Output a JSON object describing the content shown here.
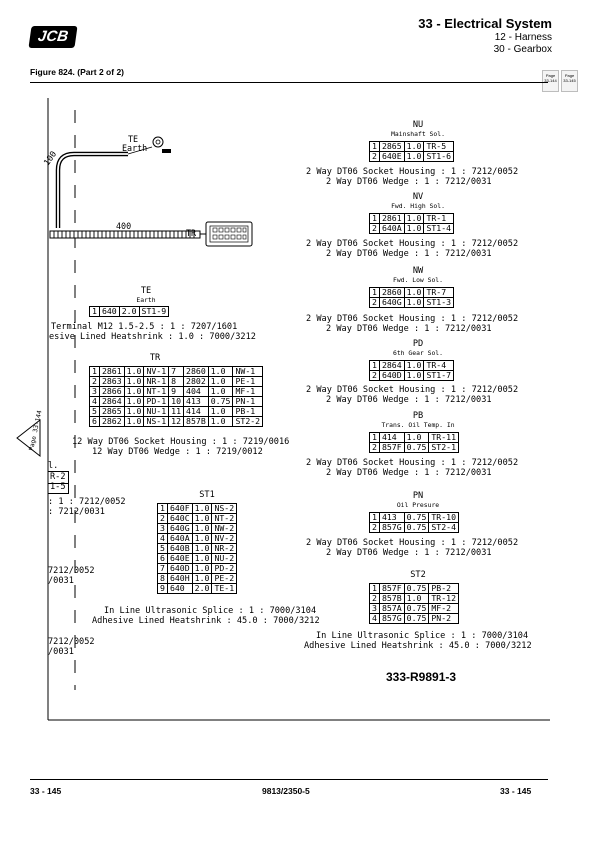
{
  "header": {
    "logo_text": "JCB",
    "title": "33 - Electrical System",
    "subtitle1": "12 - Harness",
    "subtitle2": "30 - Gearbox",
    "page_tabs": [
      {
        "label": "Page",
        "value": "33-144"
      },
      {
        "label": "Page",
        "value": "33-145"
      }
    ]
  },
  "figure_caption": "Figure 824. (Part 2 of 2)",
  "part_number": "333-R9891-3",
  "side_tab": "Page 33-144",
  "harness": {
    "bend_label": "100",
    "te_connector": "TE",
    "te_desc": "Earth",
    "run_length": "400",
    "tr_connector": "TR"
  },
  "left_partial": {
    "terminal_line": "Terminal M12 1.5-2.5 : 1 : 7207/1601",
    "heatshrink_line": "esive Lined Heatshrink : 1.0 : 7000/3212",
    "frag_r2": "R-2",
    "frag_15": "1-5",
    "frag_l": "l.",
    "frag_a1": ": 1 : 7212/0052",
    "frag_a2": ": 7212/0031",
    "frag_b1": "7212/0052",
    "frag_b2": "/0031",
    "frag_c1": "7212/0052",
    "frag_c2": "/0031"
  },
  "connectors": {
    "te": {
      "name": "TE",
      "desc": "Earth",
      "rows": [
        [
          "1",
          "640",
          "2.0",
          "ST1-9"
        ]
      ]
    },
    "tr": {
      "name": "TR",
      "rows": [
        [
          "1",
          "2861",
          "1.0",
          "NV-1",
          "7",
          "2860",
          "1.0",
          "NW-1"
        ],
        [
          "2",
          "2863",
          "1.0",
          "NR-1",
          "8",
          "2802",
          "1.0",
          "PE-1"
        ],
        [
          "3",
          "2866",
          "1.0",
          "NT-1",
          "9",
          "404",
          "1.0",
          "MF-1"
        ],
        [
          "4",
          "2864",
          "1.0",
          "PD-1",
          "10",
          "413",
          "0.75",
          "PN-1"
        ],
        [
          "5",
          "2865",
          "1.0",
          "NU-1",
          "11",
          "414",
          "1.0",
          "PB-1"
        ],
        [
          "6",
          "2862",
          "1.0",
          "NS-1",
          "12",
          "857B",
          "1.0",
          "ST2-2"
        ]
      ],
      "note1": "12 Way DT06 Socket Housing : 1 : 7219/0016",
      "note2": "12 Way DT06 Wedge : 1 : 7219/0012"
    },
    "st1": {
      "name": "ST1",
      "rows": [
        [
          "1",
          "640F",
          "1.0",
          "NS-2"
        ],
        [
          "2",
          "640C",
          "1.0",
          "NT-2"
        ],
        [
          "3",
          "640G",
          "1.0",
          "NW-2"
        ],
        [
          "4",
          "640A",
          "1.0",
          "NV-2"
        ],
        [
          "5",
          "640B",
          "1.0",
          "NR-2"
        ],
        [
          "6",
          "640E",
          "1.0",
          "NU-2"
        ],
        [
          "7",
          "640D",
          "1.0",
          "PD-2"
        ],
        [
          "8",
          "640H",
          "1.0",
          "PE-2"
        ],
        [
          "9",
          "640",
          "2.0",
          "TE-1"
        ]
      ],
      "note1": "In Line Ultrasonic Splice : 1 : 7000/3104",
      "note2": "Adhesive Lined Heatshrink : 45.0 : 7000/3212"
    },
    "nu": {
      "name": "NU",
      "desc": "Mainshaft Sol.",
      "rows": [
        [
          "1",
          "2865",
          "1.0",
          "TR-5"
        ],
        [
          "2",
          "640E",
          "1.0",
          "ST1-6"
        ]
      ],
      "note1": "2 Way DT06 Socket Housing : 1 : 7212/0052",
      "note2": "2 Way DT06 Wedge : 1 : 7212/0031"
    },
    "nv": {
      "name": "NV",
      "desc": "Fwd. High Sol.",
      "rows": [
        [
          "1",
          "2861",
          "1.0",
          "TR-1"
        ],
        [
          "2",
          "640A",
          "1.0",
          "ST1-4"
        ]
      ],
      "note1": "2 Way DT06 Socket Housing : 1 : 7212/0052",
      "note2": "2 Way DT06 Wedge : 1 : 7212/0031"
    },
    "nw": {
      "name": "NW",
      "desc": "Fwd. Low Sol.",
      "rows": [
        [
          "1",
          "2860",
          "1.0",
          "TR-7"
        ],
        [
          "2",
          "640G",
          "1.0",
          "ST1-3"
        ]
      ],
      "note1": "2 Way DT06 Socket Housing : 1 : 7212/0052",
      "note2": "2 Way DT06 Wedge : 1 : 7212/0031"
    },
    "pd": {
      "name": "PD",
      "desc": "6th Gear Sol.",
      "rows": [
        [
          "1",
          "2864",
          "1.0",
          "TR-4"
        ],
        [
          "2",
          "640D",
          "1.0",
          "ST1-7"
        ]
      ],
      "note1": "2 Way DT06 Socket Housing : 1 : 7212/0052",
      "note2": "2 Way DT06 Wedge : 1 : 7212/0031"
    },
    "pb": {
      "name": "PB",
      "desc": "Trans. Oil Temp. In",
      "rows": [
        [
          "1",
          "414",
          "1.0",
          "TR-11"
        ],
        [
          "2",
          "857F",
          "0.75",
          "ST2-1"
        ]
      ],
      "note1": "2 Way DT06 Socket Housing : 1 : 7212/0052",
      "note2": "2 Way DT06 Wedge : 1 : 7212/0031"
    },
    "pn": {
      "name": "PN",
      "desc": "Oil Presure",
      "rows": [
        [
          "1",
          "413",
          "0.75",
          "TR-10"
        ],
        [
          "2",
          "857G",
          "0.75",
          "ST2-4"
        ]
      ],
      "note1": "2 Way DT06 Socket Housing : 1 : 7212/0052",
      "note2": "2 Way DT06 Wedge : 1 : 7212/0031"
    },
    "st2": {
      "name": "ST2",
      "rows": [
        [
          "1",
          "857F",
          "0.75",
          "PB-2"
        ],
        [
          "2",
          "857B",
          "1.0",
          "TR-12"
        ],
        [
          "3",
          "857A",
          "0.75",
          "MF-2"
        ],
        [
          "4",
          "857G",
          "0.75",
          "PN-2"
        ]
      ],
      "note1": "In Line Ultrasonic Splice : 1 : 7000/3104",
      "note2": "Adhesive Lined Heatshrink : 45.0 : 7000/3212"
    }
  },
  "footer": {
    "left": "33 - 145",
    "center": "9813/2350-5",
    "right": "33 - 145"
  }
}
